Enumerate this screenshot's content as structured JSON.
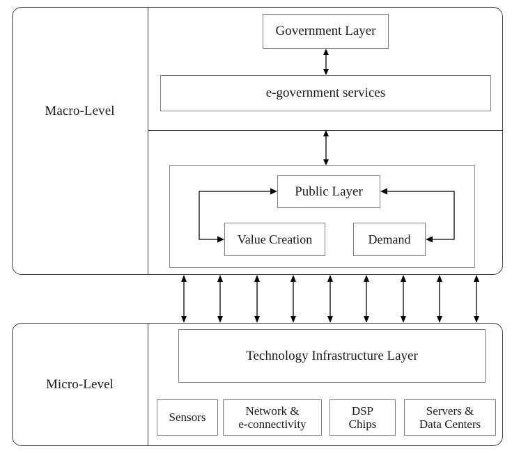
{
  "diagram": {
    "title": "Macro-Level / Micro-Level layered e-government architecture",
    "type": "block-diagram",
    "background_color": "#ffffff",
    "stroke_color": "#000000",
    "panel_border_color": "#3b3b3b",
    "box_border_color": "#7d7d7d"
  },
  "macro": {
    "level_label": "Macro-Level",
    "government_layer": "Government Layer",
    "e_government_services": "e-government services",
    "public_layer": "Public Layer",
    "value_creation": "Value Creation",
    "demand": "Demand"
  },
  "micro": {
    "level_label": "Micro-Level",
    "technology_infrastructure_layer": "Technology Infrastructure Layer",
    "components": [
      {
        "label": "Sensors"
      },
      {
        "label": "Network &\ne-connectivity"
      },
      {
        "label": "DSP\nChips"
      },
      {
        "label": "Servers &\nData Centers"
      }
    ]
  },
  "connectors": {
    "government_to_services": {
      "style": "double-headed-vertical",
      "label": ""
    },
    "services_to_public_block": {
      "style": "double-headed-vertical",
      "label": ""
    },
    "public_to_value_creation": {
      "style": "single-headed-elbow-left",
      "label": ""
    },
    "public_to_demand": {
      "style": "single-headed-elbow-right",
      "label": ""
    },
    "macro_to_micro": {
      "style": "double-headed-vertical",
      "count": 9
    }
  }
}
